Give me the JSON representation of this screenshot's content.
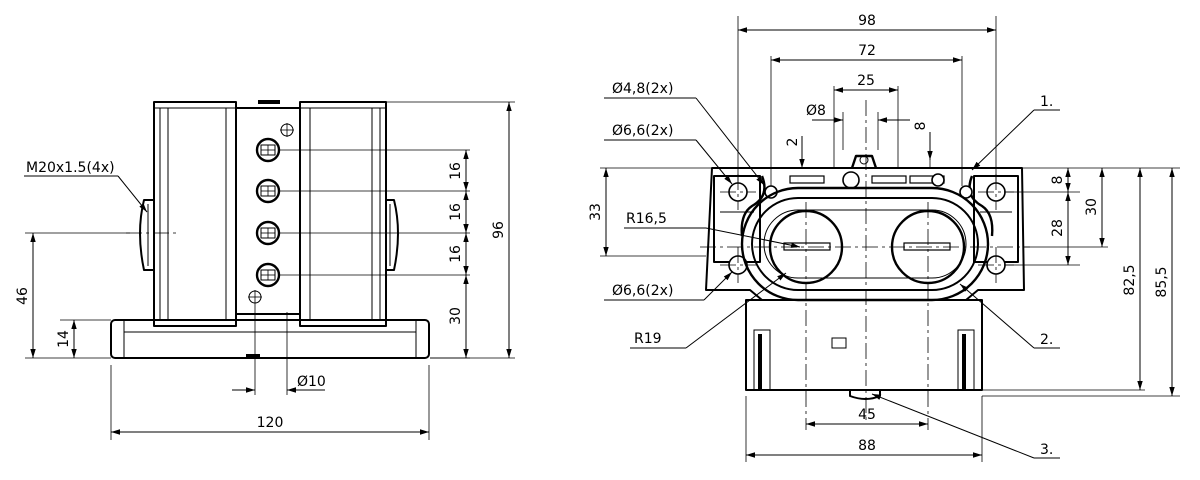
{
  "drawing": {
    "left_view": {
      "thread_label": "M20x1.5(4x)",
      "dim_width": "120",
      "dim_height_total": "96",
      "dim_height_axis": "46",
      "dim_base_height": "14",
      "dim_pitch": [
        "16",
        "16",
        "16"
      ],
      "dim_lower": "30",
      "dim_hole_diameter": "Ø10"
    },
    "right_view": {
      "dim_overall_width": "98",
      "dim_hole_spacing": "72",
      "dim_center_width": "25",
      "dim_small_diameter": "Ø8",
      "dim_small_2": "2",
      "dim_small_8": "8",
      "label_hole_48": "Ø4,8(2x)",
      "label_hole_66_top": "Ø6,6(2x)",
      "label_hole_66_bottom": "Ø6,6(2x)",
      "label_r165": "R16,5",
      "label_r19": "R19",
      "dim_left_height": "33",
      "dim_top_offset": "8",
      "dim_hole_pitch_v": "28",
      "dim_mount_height": "30",
      "dim_height_825": "82,5",
      "dim_height_855": "85,5",
      "dim_bore_spacing": "45",
      "dim_base_width": "88",
      "callout_1": "1.",
      "callout_2": "2.",
      "callout_3": "3."
    }
  }
}
